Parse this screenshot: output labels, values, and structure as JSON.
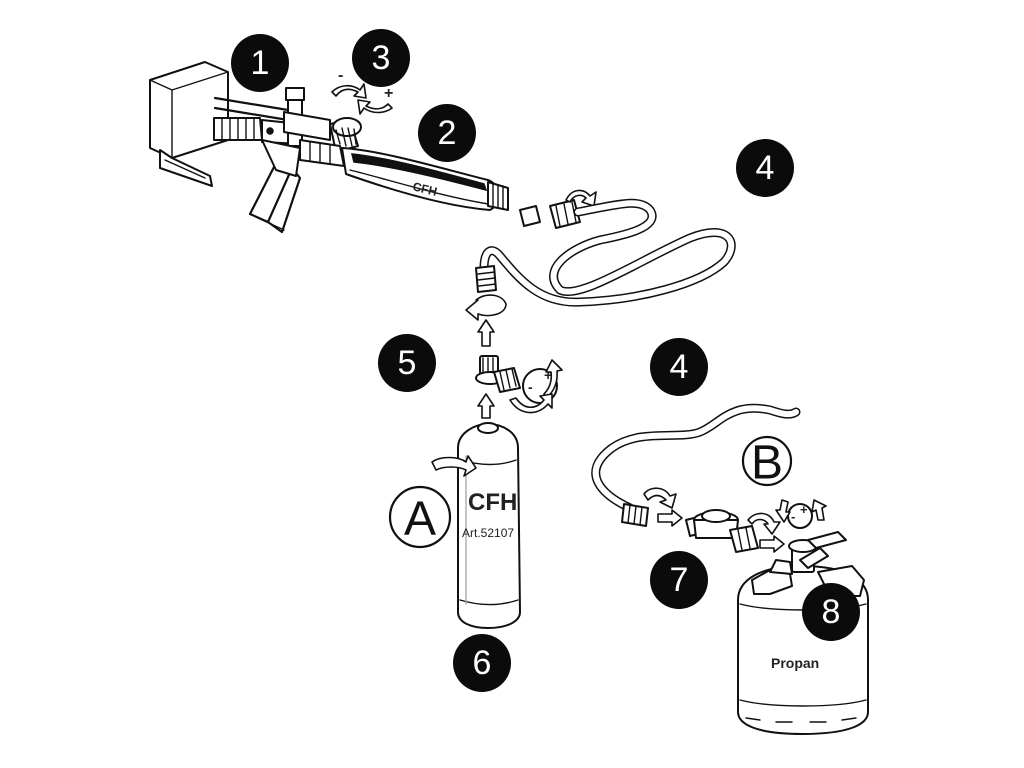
{
  "callouts": {
    "c1": "1",
    "c2": "2",
    "c3": "3",
    "c4a": "4",
    "c4b": "4",
    "c5": "5",
    "c6": "6",
    "c7": "7",
    "c8": "8"
  },
  "options": {
    "a": "A",
    "b": "B"
  },
  "labels": {
    "cfh_torch": "CFH",
    "cfh_cartridge": "CFH",
    "article": "Art.52107",
    "propan": "Propan",
    "minus_valve": "-",
    "plus_valve": "+",
    "minus_bottle": "-",
    "plus_bottle": "+",
    "minus_adapter": "-",
    "plus_adapter": "+"
  }
}
